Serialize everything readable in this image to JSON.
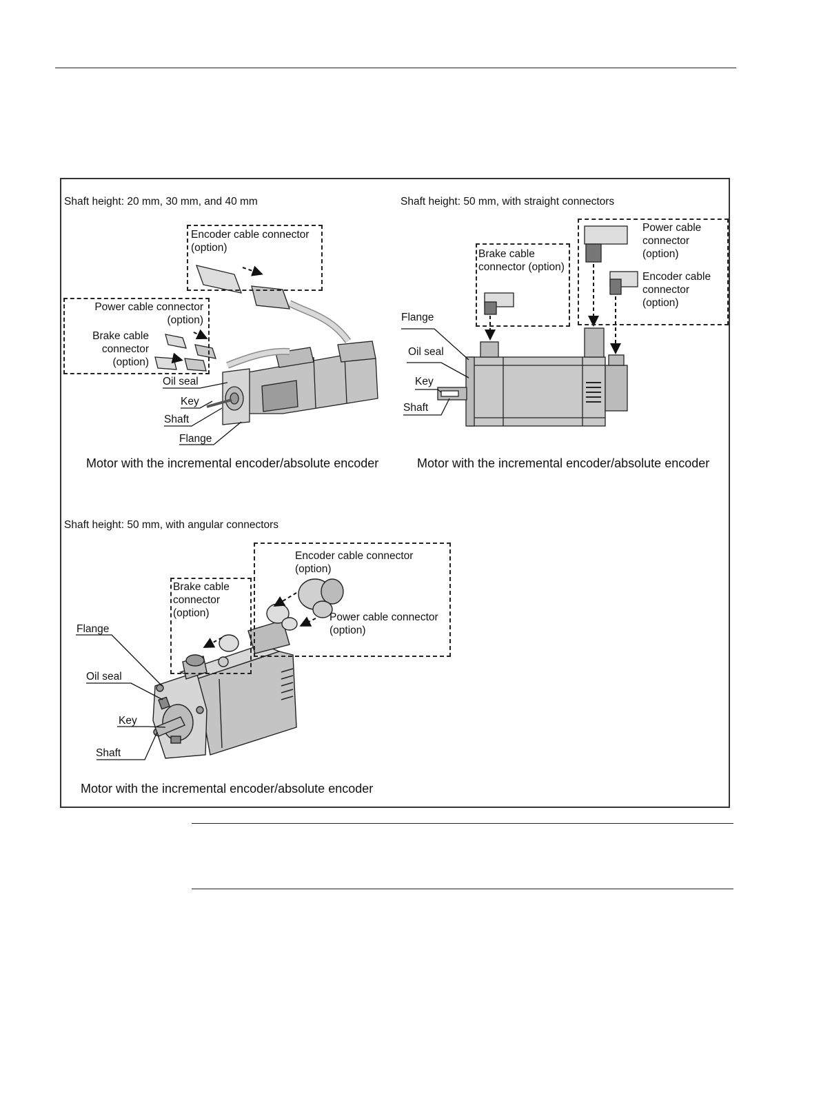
{
  "figure": {
    "panel1": {
      "title": "Shaft height: 20 mm, 30 mm, and 40 mm",
      "encoder_connector": "Encoder cable connector\n(option)",
      "power_connector": "Power cable connector\n(option)",
      "brake_connector": "Brake cable\nconnector\n(option)",
      "oil_seal": "Oil seal",
      "key": "Key",
      "shaft": "Shaft",
      "flange": "Flange",
      "caption": "Motor with the incremental encoder/absolute encoder"
    },
    "panel2": {
      "title": "Shaft height: 50 mm, with straight connectors",
      "power_connector": "Power cable\nconnector\n(option)",
      "encoder_connector": "Encoder cable\nconnector\n(option)",
      "brake_connector": "Brake cable\nconnector (option)",
      "flange": "Flange",
      "oil_seal": "Oil seal",
      "key": "Key",
      "shaft": "Shaft",
      "caption": "Motor with the incremental encoder/absolute encoder"
    },
    "panel3": {
      "title": "Shaft height: 50 mm, with angular connectors",
      "encoder_connector": "Encoder cable connector\n(option)",
      "brake_connector": "Brake cable\nconnector\n(option)",
      "power_connector": "Power cable connector\n(option)",
      "flange": "Flange",
      "oil_seal": "Oil seal",
      "key": "Key",
      "shaft": "Shaft",
      "caption": "Motor with the incremental encoder/absolute encoder"
    }
  }
}
